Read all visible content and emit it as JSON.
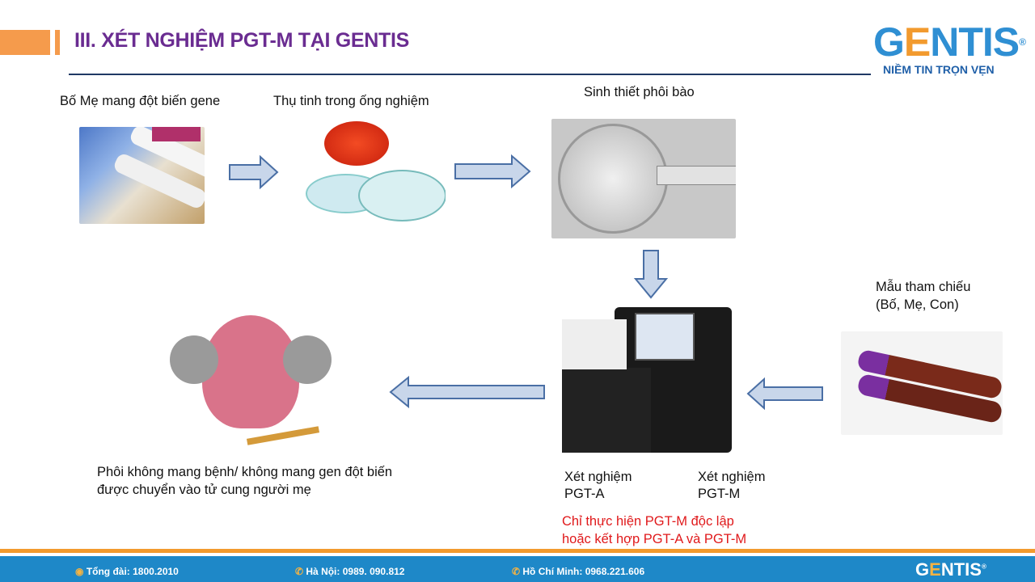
{
  "header": {
    "title": "III. XÉT NGHIỆM PGT-M TẠI GENTIS"
  },
  "logo": {
    "name": "GENTIS",
    "tagline": "NIỀM TIN TRỌN VẸN",
    "registered": "®"
  },
  "steps": {
    "parents": "Bố Mẹ mang đột biến gene",
    "ivf": "Thụ tinh trong ống nghiệm",
    "biopsy": "Sinh thiết phôi bào",
    "reference_line1": "Mẫu tham chiếu",
    "reference_line2": "(Bố, Mẹ, Con)",
    "pgta_line1": "Xét nghiệm",
    "pgta_line2": "PGT-A",
    "pgtm_line1": "Xét nghiệm",
    "pgtm_line2": "PGT-M",
    "transfer_line1": "Phôi không mang bệnh/ không mang gen đột biến",
    "transfer_line2": "được chuyển vào tử cung người mẹ",
    "note_line1": "Chỉ thực hiện PGT-M độc lập",
    "note_line2": "hoặc kết hợp PGT-A và PGT-M"
  },
  "footer": {
    "hotline": "Tổng đài: 1800.2010",
    "hanoi": "Hà Nội: 0989. 090.812",
    "hcm": "Hồ Chí Minh: 0968.221.606",
    "logo": "GENTIS"
  },
  "colors": {
    "title": "#6a2c91",
    "accent_orange": "#f29a48",
    "footer_blue": "#1e88c8",
    "note_red": "#e0191b",
    "logo_blue": "#2f8fd3"
  }
}
